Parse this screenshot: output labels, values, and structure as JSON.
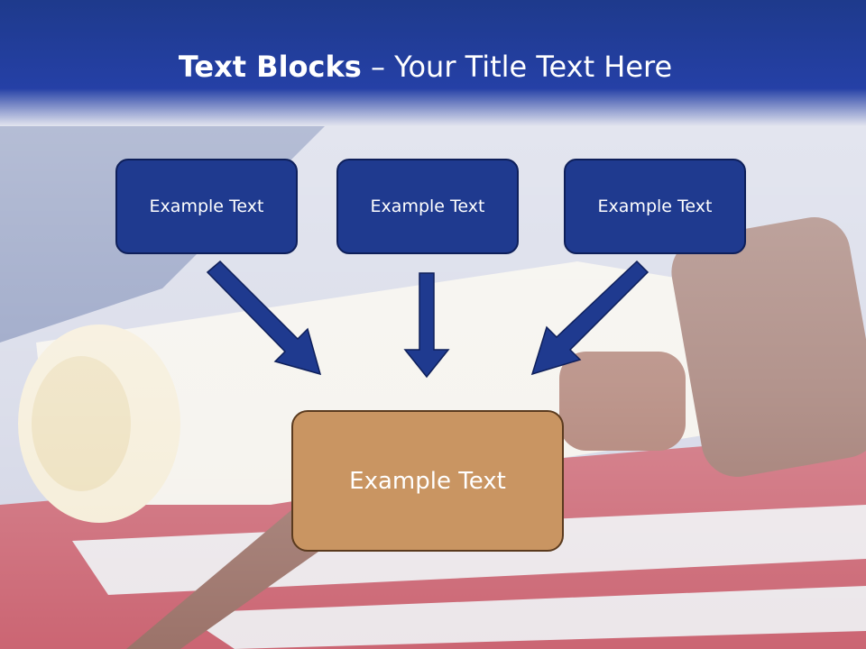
{
  "title": {
    "bold": "Text Blocks",
    "separator": " – ",
    "rest": "Your Title Text Here"
  },
  "blocks": {
    "left": "Example Text",
    "center": "Example Text",
    "right": "Example Text",
    "target": "Example Text"
  },
  "colors": {
    "header": "#2540a6",
    "top_box": "#1f3a8f",
    "target_box": "#c99562",
    "arrow": "#1f3a8f"
  }
}
